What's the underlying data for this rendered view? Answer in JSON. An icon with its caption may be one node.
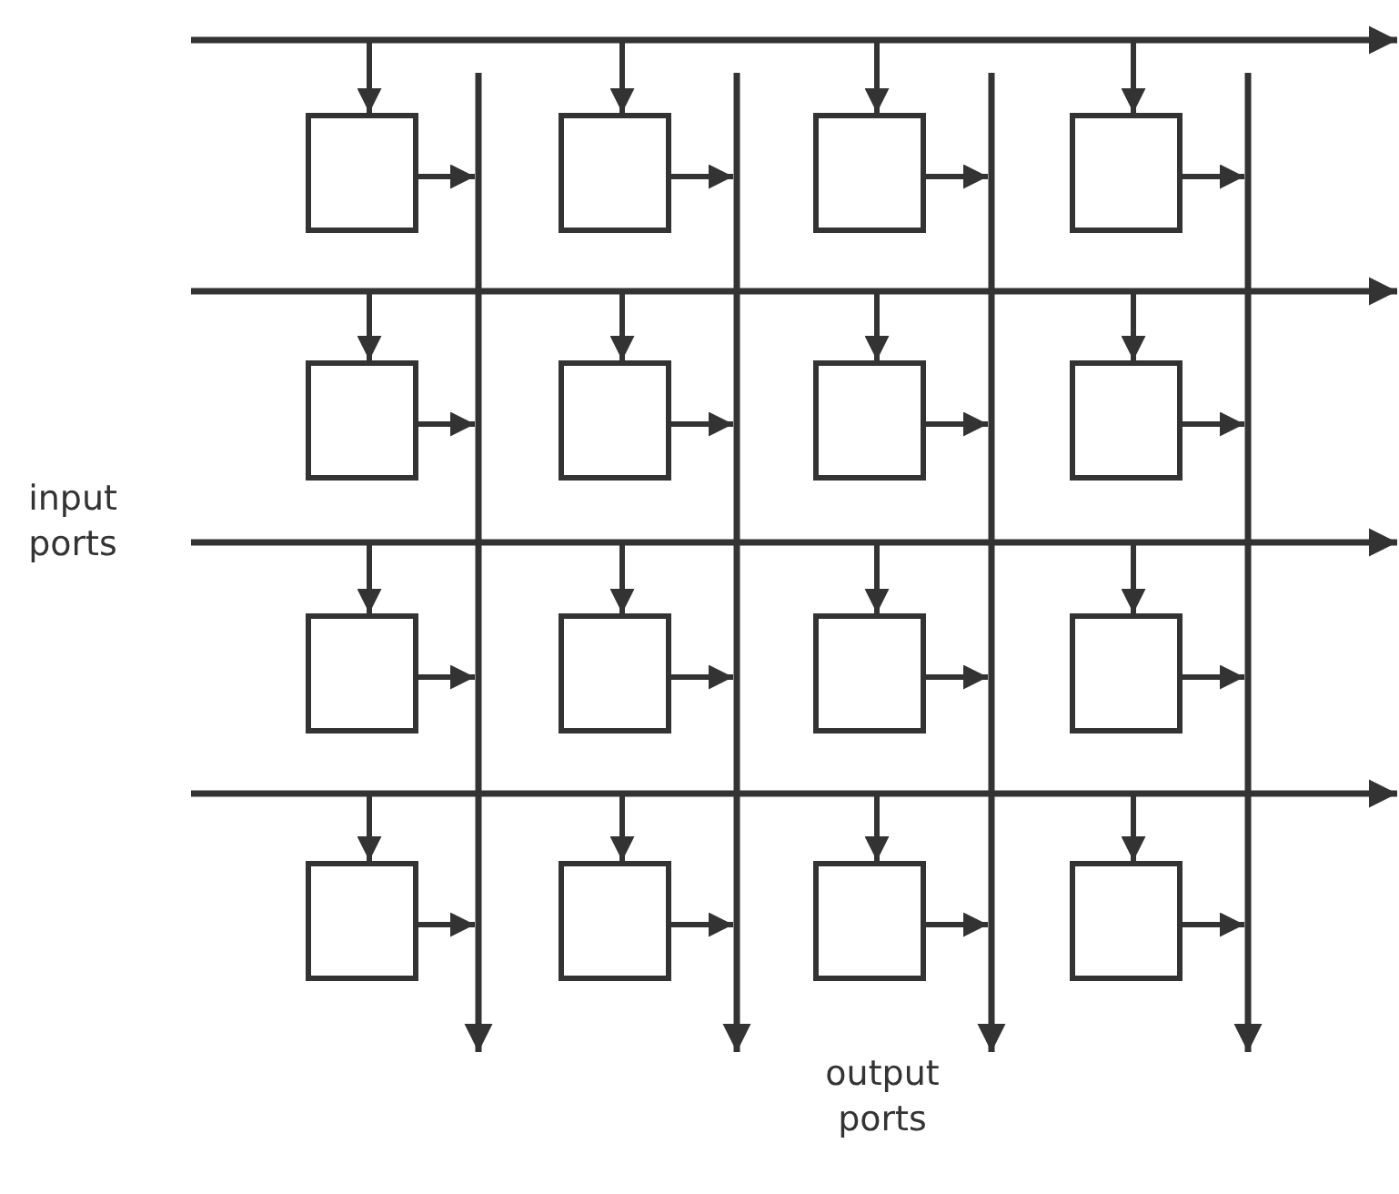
{
  "diagram": {
    "nodes": [
      {
        "text": [],
        "shape": "bar"
      },
      {
        "text": [],
        "shape": "bar"
      },
      {
        "text": [],
        "shape": "bar"
      },
      {
        "text": [],
        "shape": "bar"
      },
      {
        "text": [],
        "shape": "bar"
      },
      {
        "text": [],
        "shape": "bar"
      },
      {
        "text": [],
        "shape": "bar"
      },
      {
        "text": [],
        "shape": "bar"
      },
      {
        "text": [],
        "shape": "box"
      },
      {
        "text": [],
        "shape": "box"
      },
      {
        "text": [],
        "shape": "box"
      },
      {
        "text": [],
        "shape": "box"
      },
      {
        "text": [],
        "shape": "box"
      },
      {
        "text": [],
        "shape": "box"
      },
      {
        "text": [],
        "shape": "box"
      },
      {
        "text": [],
        "shape": "box"
      },
      {
        "text": [],
        "shape": "box"
      },
      {
        "text": [],
        "shape": "box"
      },
      {
        "text": [],
        "shape": "box"
      },
      {
        "text": [],
        "shape": "box"
      },
      {
        "text": [],
        "shape": "box"
      },
      {
        "text": [],
        "shape": "box"
      },
      {
        "text": [],
        "shape": "box"
      },
      {
        "text": [],
        "shape": "box"
      }
    ],
    "edges": [
      {
        "from": 0,
        "to": 8,
        "arrow": "to"
      },
      {
        "from": 0,
        "to": 9,
        "arrow": "to"
      },
      {
        "from": 0,
        "to": 10,
        "arrow": "to"
      },
      {
        "from": 0,
        "to": 11,
        "arrow": "to"
      },
      {
        "from": 1,
        "to": 12,
        "arrow": "to"
      },
      {
        "from": 1,
        "to": 13,
        "arrow": "to"
      },
      {
        "from": 1,
        "to": 14,
        "arrow": "to"
      },
      {
        "from": 1,
        "to": 15,
        "arrow": "to"
      },
      {
        "from": 2,
        "to": 16,
        "arrow": "to"
      },
      {
        "from": 2,
        "to": 17,
        "arrow": "to"
      },
      {
        "from": 2,
        "to": 18,
        "arrow": "to"
      },
      {
        "from": 2,
        "to": 19,
        "arrow": "to"
      },
      {
        "from": 3,
        "to": 20,
        "arrow": "to"
      },
      {
        "from": 3,
        "to": 21,
        "arrow": "to"
      },
      {
        "from": 3,
        "to": 22,
        "arrow": "to"
      },
      {
        "from": 3,
        "to": 23,
        "arrow": "to"
      },
      {
        "from": 8,
        "to": 4,
        "arrow": "to"
      },
      {
        "from": 9,
        "to": 5,
        "arrow": "to"
      },
      {
        "from": 10,
        "to": 6,
        "arrow": "to"
      },
      {
        "from": 11,
        "to": 7,
        "arrow": "to"
      },
      {
        "from": 12,
        "to": 4,
        "arrow": "to"
      },
      {
        "from": 13,
        "to": 5,
        "arrow": "to"
      },
      {
        "from": 14,
        "to": 6,
        "arrow": "to"
      },
      {
        "from": 15,
        "to": 7,
        "arrow": "to"
      },
      {
        "from": 16,
        "to": 4,
        "arrow": "to"
      },
      {
        "from": 17,
        "to": 5,
        "arrow": "to"
      },
      {
        "from": 18,
        "to": 6,
        "arrow": "to"
      },
      {
        "from": 19,
        "to": 7,
        "arrow": "to"
      },
      {
        "from": 20,
        "to": 4,
        "arrow": "to"
      },
      {
        "from": 21,
        "to": 5,
        "arrow": "to"
      },
      {
        "from": 22,
        "to": 6,
        "arrow": "to"
      },
      {
        "from": 23,
        "to": 7,
        "arrow": "to"
      }
    ],
    "labels": [
      "input ports",
      "output ports"
    ]
  }
}
